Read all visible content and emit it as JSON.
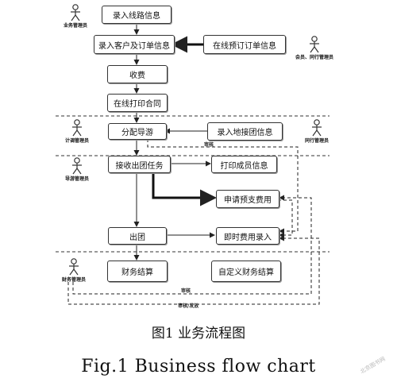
{
  "nodes": {
    "luru_xianlu": "录入线路信息",
    "luru_kehu": "录入客户及订单信息",
    "zaixian_yuding": "在线预订订单信息",
    "shoufei": "收费",
    "dayin_hetong": "在线打印合同",
    "fenpei_daoyou": "分配导游",
    "luru_dijie": "录入地接团信息",
    "jieshou_renwu": "接收出团任务",
    "dayin_chengyuan": "打印成员信息",
    "shenqing_yuzhi": "申请预支费用",
    "chutuan": "出团",
    "jishi_feiyong": "即时费用录入",
    "caiwu_jiesuan": "财务结算",
    "zidingyi_jiesuan": "自定义财务结算"
  },
  "actors": {
    "yewu": "业务管理员",
    "huiyuan": "会员、同行管理员",
    "jidiao": "计调管理员",
    "tonghang": "同行管理员",
    "daoyou": "导游管理员",
    "caiwu": "财务管理员"
  },
  "flow_labels": {
    "shenhe_1": "审核",
    "shenhe_2": "审核",
    "shenhe_fafang": "审核/发放"
  },
  "caption": {
    "cn": "图1  业务流程图",
    "en": "Fig.1  Business flow chart"
  },
  "watermark": "北京图书网"
}
